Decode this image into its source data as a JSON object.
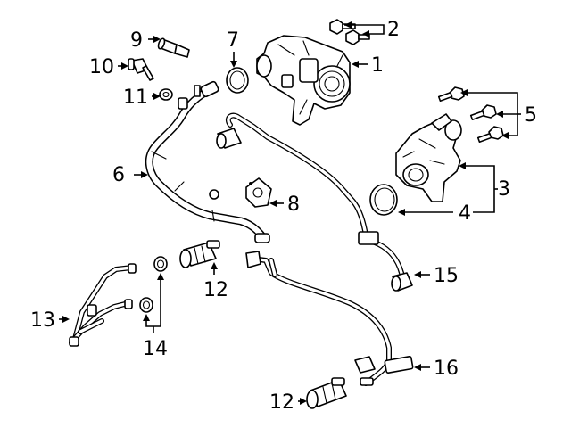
{
  "callouts": {
    "c1": "1",
    "c2": "2",
    "c3": "3",
    "c4": "4",
    "c5": "5",
    "c6": "6",
    "c7": "7",
    "c8": "8",
    "c9": "9",
    "c10": "10",
    "c11": "11",
    "c12a": "12",
    "c12b": "12",
    "c13": "13",
    "c14": "14",
    "c15": "15",
    "c16": "16"
  }
}
